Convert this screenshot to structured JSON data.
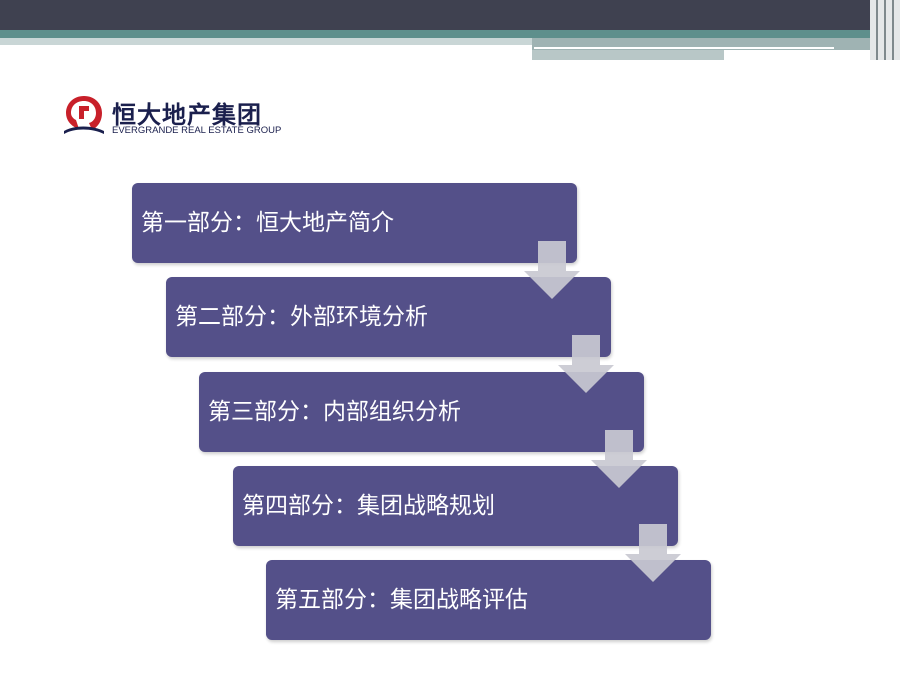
{
  "logo": {
    "name_cn": "恒大地产集团",
    "name_en": "EVERGRANDE REAL ESTATE GROUP",
    "colors": {
      "red": "#c8202a",
      "navy": "#1a1f4d"
    }
  },
  "steps": [
    {
      "label": "第一部分：恒大地产简介"
    },
    {
      "label": "第二部分：外部环境分析"
    },
    {
      "label": "第三部分：内部组织分析"
    },
    {
      "label": "第四部分：集团战略规划"
    },
    {
      "label": "第五部分：集团战略评估"
    }
  ],
  "colors": {
    "box": "#545089",
    "arrow": "#c9c9d1",
    "header_dark": "#3f4150",
    "header_teal": "#5e8f8c"
  },
  "icons": {
    "logo": "evergrande-logo-icon",
    "connector": "down-arrow-icon"
  }
}
